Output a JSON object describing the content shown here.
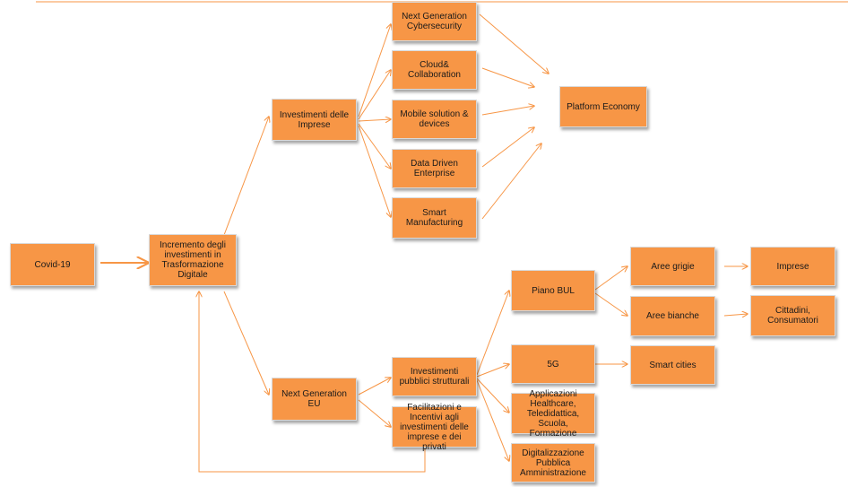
{
  "nodes": {
    "covid": "Covid-19",
    "incremento": "Incremento degli investimenti in Trasformazione Digitale",
    "investimenti_imprese": "Investimenti delle Imprese",
    "next_generation_eu": "Next Generation EU",
    "cybersecurity": "Next Generation Cybersecurity",
    "cloud": "Cloud& Collaboration",
    "mobile": "Mobile solution & devices",
    "data_driven": "Data Driven Enterprise",
    "smart_manufacturing": "Smart Manufacturing",
    "platform_economy": "Platform Economy",
    "investimenti_pubblici": "Investimenti pubblici strutturali",
    "facilitazioni": "Facilitazioni e Incentivi agli investimenti delle imprese e dei privati",
    "piano_bul": "Piano BUL",
    "g5": "5G",
    "applicazioni": "Applicazioni Healthcare, Teledidattica, Scuola, Formazione",
    "digitalizzazione": "Digitalizzazione Pubblica Amministrazione",
    "aree_grigie": "Aree grigie",
    "aree_bianche": "Aree bianche",
    "smart_cities": "Smart cities",
    "imprese": "Imprese",
    "cittadini": "Cittadini, Consumatori"
  },
  "colors": {
    "box": "#f79646",
    "line": "#f79646"
  }
}
